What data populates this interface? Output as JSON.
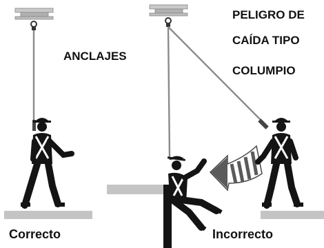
{
  "labels": {
    "anchors": "ANCLAJES",
    "warning_line_1": "PELIGRO DE",
    "warning_line_2": "CAÍDA TIPO",
    "warning_line_3": "COLUMPIO",
    "correct": "Correcto",
    "incorrect": "Incorrecto"
  },
  "colors": {
    "figure": "#141414",
    "lanyard": "#7a7a7a",
    "anchor_beam": "#b9b9b9",
    "platform": "#c4c4c4",
    "arrow_fill": "#5a5a5a",
    "text": "#111111"
  }
}
